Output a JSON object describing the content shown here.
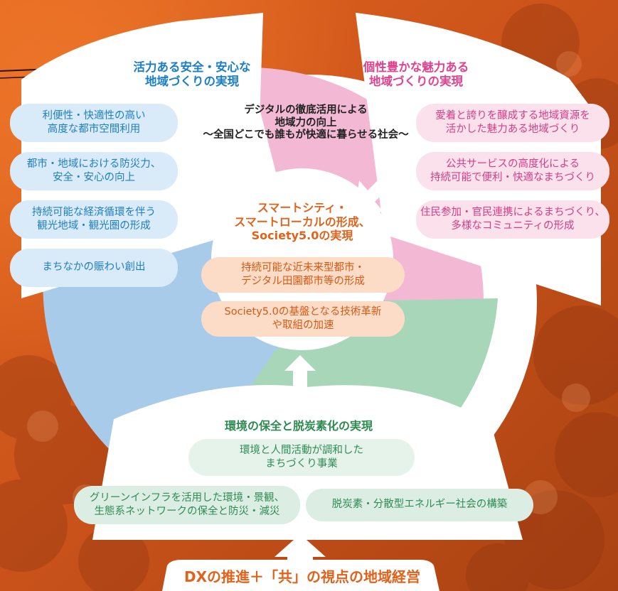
{
  "vision": {
    "lines": [
      "デジタルの徹底活用による",
      "地域力の向上",
      "〜全国どこでも誰もが快適に暮らせる社会〜"
    ]
  },
  "center": {
    "title_lines": [
      "スマートシティ・",
      "スマートローカルの形成、",
      "Society5.0の実現"
    ],
    "items": [
      "持続可能な近未来型都市・\nデジタル田園都市等の形成",
      "Society5.0の基盤となる技術革新\nや取組の加速"
    ]
  },
  "left": {
    "title_lines": [
      "活力ある安全・安心な",
      "地域づくりの実現"
    ],
    "items": [
      "利便性・快適性の高い\n高度な都市空間利用",
      "都市・地域における防災力、\n安全・安心の向上",
      "持続可能な経済循環を伴う\n観光地域・観光圏の形成",
      "まちなかの賑わい創出"
    ]
  },
  "right": {
    "title_lines": [
      "個性豊かな魅力ある",
      "地域づくりの実現"
    ],
    "items": [
      "愛着と誇りを醸成する地域資源を\n活かした魅力ある地域づくり",
      "公共サービスの高度化による\n持続可能で便利・快適なまちづくり",
      "住民参加・官民連携によるまちづくり、\n多様なコミュニティの形成"
    ]
  },
  "bottom": {
    "title": "環境の保全と脱炭素化の実現",
    "items": [
      "環境と人間活動が調和した\nまちづくり事業",
      "グリーンインフラを活用した環境・景観、\n生態系ネットワークの保全と防災・減災",
      "脱炭素・分散型エネルギー社会の構築"
    ]
  },
  "banner": {
    "text": "DXの推進＋「共」の視点の地域経営"
  },
  "colors": {
    "blue": "#a9cbea",
    "pink": "#f3b9d4",
    "green": "#a8d6b9",
    "orange": "#e0631c",
    "background": "#c9521a"
  }
}
